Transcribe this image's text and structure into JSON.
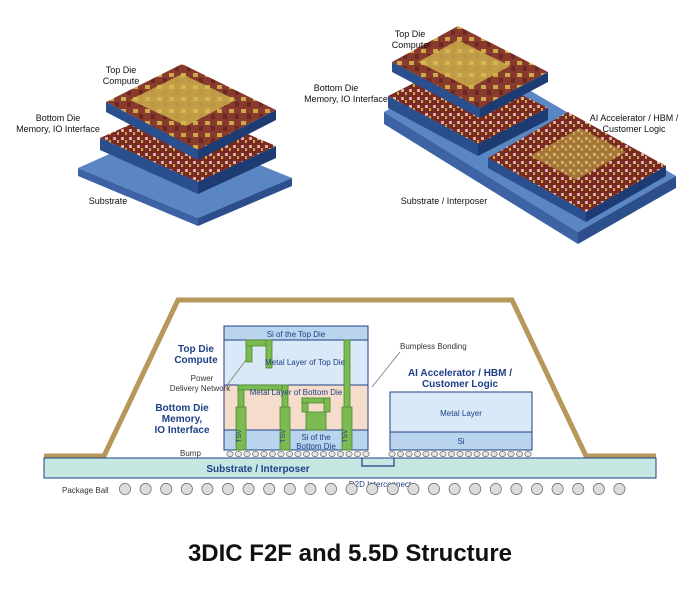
{
  "colors": {
    "dark_blue": "#1f3f86",
    "gold": "#b5985a",
    "green_via": "#7cba52",
    "si_blue": "#b9d4ec",
    "metal_blue": "#d9e9f7",
    "pink": "#f6dccb",
    "substrate_green": "#c6e8e2",
    "chip_red": "#7a2a22",
    "chip_yellow": "#d8c24c"
  },
  "top_left_3d": {
    "top_die_label": "Top Die",
    "top_die_sub": "Compute",
    "bottom_die_label": "Bottom Die",
    "bottom_die_sub": "Memory, IO Interface",
    "substrate_label": "Substrate"
  },
  "top_right_3d": {
    "top_die_label": "Top Die",
    "top_die_sub": "Compute",
    "bottom_die_label": "Bottom Die",
    "bottom_die_sub": "Memory, IO Interface",
    "ai_label_line1": "AI Accelerator / HBM /",
    "ai_label_line2": "Customer Logic",
    "substrate_label": "Substrate / Interposer"
  },
  "cross_section": {
    "si_top_die": "Si of the Top Die",
    "top_die_compute_line1": "Top Die",
    "top_die_compute_line2": "Compute",
    "power_line1": "Power",
    "power_line2": "Delivery Network",
    "metal_top": "Metal Layer of Top Die",
    "metal_bottom": "Metal Layer of Bottom Die",
    "bottom_die_line1": "Bottom Die",
    "bottom_die_line2": "Memory,",
    "bottom_die_line3": "IO Interface",
    "tsv": "TSV",
    "si_bottom_line1": "Si of the",
    "si_bottom_line2": "Bottom Die",
    "bumpless": "Bumpless Bonding",
    "ai_line1": "AI Accelerator / HBM /",
    "ai_line2": "Customer Logic",
    "metal_layer": "Metal Layer",
    "si": "Si",
    "bump": "Bump",
    "substrate": "Substrate / Interposer",
    "d2d": "D2D Interconnect",
    "package_ball": "Package Ball"
  },
  "caption": "3DIC F2F and 5.5D Structure"
}
